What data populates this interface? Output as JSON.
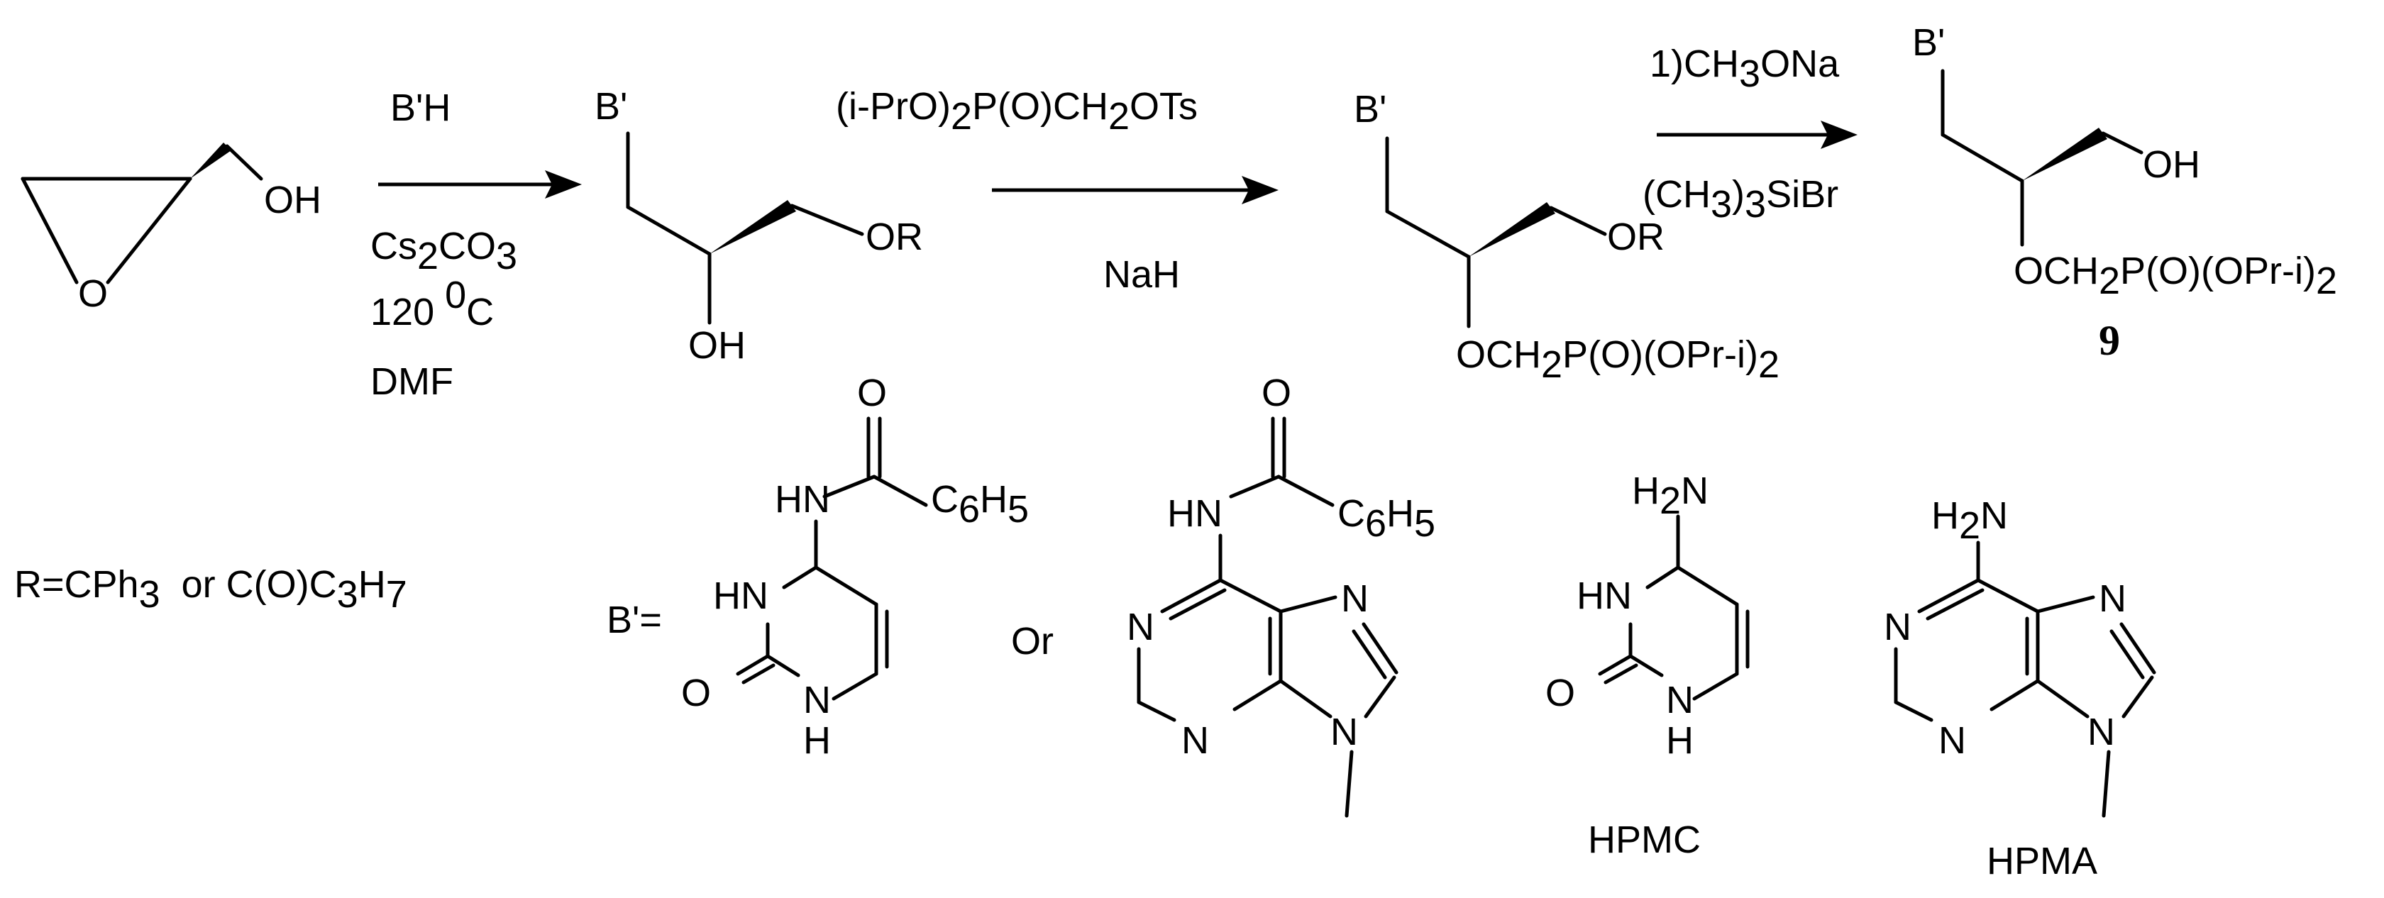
{
  "scheme": {
    "start": {
      "oh": "OH",
      "ring_o": "O"
    },
    "step1": {
      "reagent": "B'H",
      "base_main": "Cs",
      "base_sub1": "2",
      "base_mid": "CO",
      "base_sub2": "3",
      "temp_main": "120 ",
      "temp_sup": "0",
      "temp_unit": "C",
      "solvent": "DMF"
    },
    "intermediate1": {
      "b_prime": "B'",
      "or_group": "OR",
      "oh": "OH"
    },
    "step2": {
      "r_p1": "(i-PrO)",
      "r_sub1": "2",
      "r_p2": "P(O)CH",
      "r_sub2": "2",
      "r_p3": "OTs",
      "base": "NaH"
    },
    "intermediate2": {
      "b_prime": "B'",
      "or_group": "OR",
      "sub_p1": "OCH",
      "sub_s1": "2",
      "sub_p2": "P(O)(OPr-i)",
      "sub_s2": "2"
    },
    "step3": {
      "r1_p1": "1)CH",
      "r1_s1": "3",
      "r1_p2": "ONa",
      "r2_p1": "(CH",
      "r2_s1": "3",
      "r2_p2": ")",
      "r2_s2": "3",
      "r2_p3": "SiBr"
    },
    "product": {
      "b_prime": "B'",
      "oh": "OH",
      "sub_p1": "OCH",
      "sub_s1": "2",
      "sub_p2": "P(O)(OPr-i)",
      "sub_s2": "2",
      "label": "9"
    }
  },
  "definitions": {
    "r_def": {
      "p1": "R=CPh",
      "s1": "3",
      "p2": "  or C(O)C",
      "s2": "3",
      "p3": "H",
      "s3": "7"
    },
    "b_prime_label": "B'=",
    "or_text": "Or",
    "cytosine_protected": {
      "o": "O",
      "hn_amide": "HN",
      "c": "C",
      "c_s1": "6",
      "h": "H",
      "h_s": "5",
      "hn_ring": "HN",
      "o_ring": "O",
      "n": "N",
      "h_n": "H"
    },
    "adenine_protected": {
      "o": "O",
      "hn_amide": "HN",
      "c": "C",
      "c_s1": "6",
      "h": "H",
      "h_s": "5",
      "n1": "N",
      "n3": "N",
      "n7": "N",
      "n9": "N"
    },
    "hpmc": {
      "h2n_h": "H",
      "h2n_s": "2",
      "h2n_n": "N",
      "hn": "HN",
      "o": "O",
      "n": "N",
      "h": "H",
      "label": "HPMC"
    },
    "hpma": {
      "h2n_h": "H",
      "h2n_s": "2",
      "h2n_n": "N",
      "n1": "N",
      "n3": "N",
      "n7": "N",
      "n9": "N",
      "label": "HPMA"
    }
  }
}
